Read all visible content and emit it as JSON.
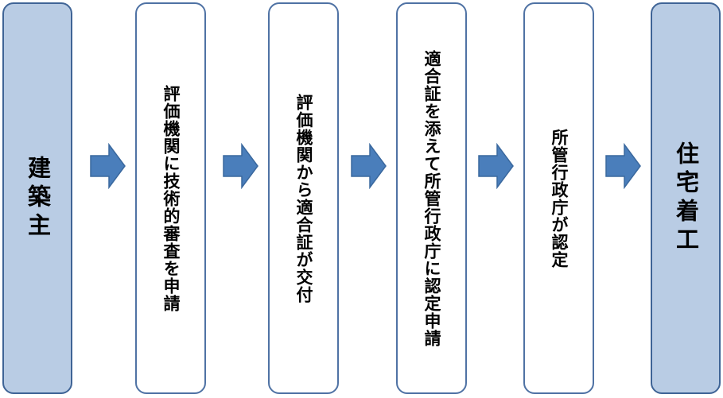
{
  "steps": [
    {
      "label": "建築主",
      "style": "filled"
    },
    {
      "label": "評価機関に技術的審査を申請",
      "style": "plain"
    },
    {
      "label": "評価機関から適合証が交付",
      "style": "plain"
    },
    {
      "label": "適合証を添えて所管行政庁に認定申請",
      "style": "plain"
    },
    {
      "label": "所管行政庁が認定",
      "style": "plain"
    },
    {
      "label": "住宅着工",
      "style": "filled"
    }
  ],
  "colors": {
    "filled_box": "#b9cce4",
    "box_border": "#4a6fa0",
    "arrow": "#4a7ebb"
  },
  "arrow_icon": "right-arrow-icon"
}
